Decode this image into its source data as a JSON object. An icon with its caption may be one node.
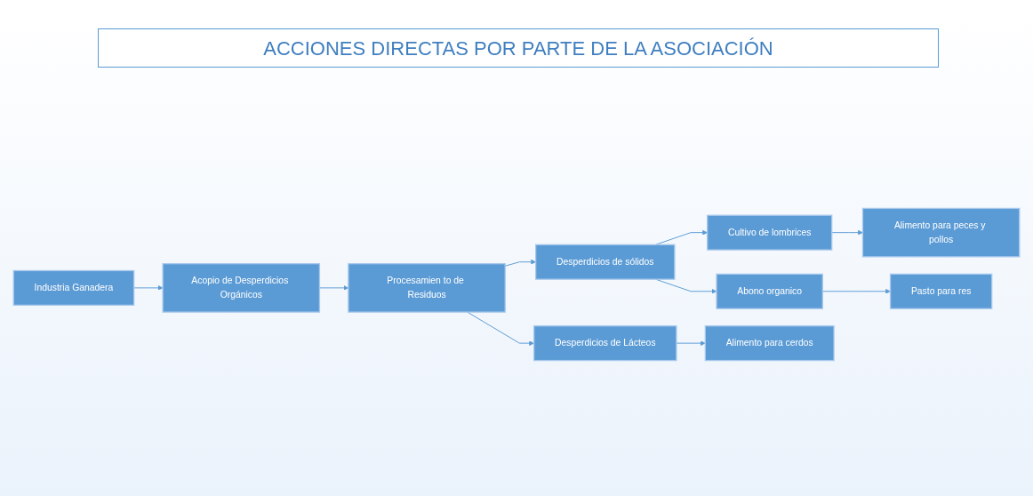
{
  "diagram": {
    "title": "ACCIONES DIRECTAS POR PARTE DE LA ASOCIACIÓN",
    "nodes": [
      {
        "text": [
          "Industria Ganadera"
        ]
      },
      {
        "text": [
          "Acopio de Desperdicios Orgánicos"
        ]
      },
      {
        "text": [
          "Procesamien to de Residuos"
        ]
      },
      {
        "text": [
          "Desperdicios de sólidos"
        ]
      },
      {
        "text": [
          "Cultivo de lombrices"
        ]
      },
      {
        "text": [
          "Alimento para peces y pollos"
        ]
      },
      {
        "text": [
          "Abono organico"
        ]
      },
      {
        "text": [
          "Pasto para res"
        ]
      },
      {
        "text": [
          "Desperdicios de Lácteos"
        ]
      },
      {
        "text": [
          "Alimento para cerdos"
        ]
      }
    ],
    "edges": [
      {
        "from": 0,
        "to": 1,
        "arrow": "to"
      },
      {
        "from": 1,
        "to": 2,
        "arrow": "to"
      },
      {
        "from": 2,
        "to": 3,
        "arrow": "to"
      },
      {
        "from": 2,
        "to": 8,
        "arrow": "to"
      },
      {
        "from": 3,
        "to": 4,
        "arrow": "to"
      },
      {
        "from": 3,
        "to": 6,
        "arrow": "to"
      },
      {
        "from": 4,
        "to": 5,
        "arrow": "to"
      },
      {
        "from": 6,
        "to": 7,
        "arrow": "to"
      },
      {
        "from": 8,
        "to": 9,
        "arrow": "to"
      }
    ]
  }
}
